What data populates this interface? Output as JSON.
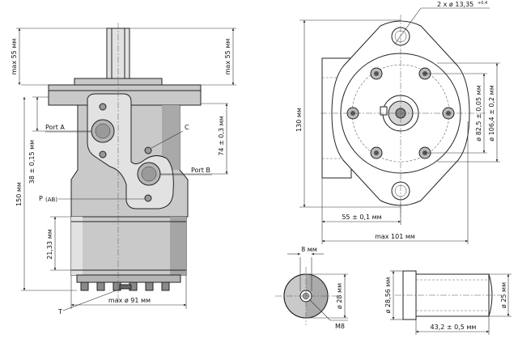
{
  "labels": {
    "port_a": "Port A",
    "port_b": "Port B",
    "port_c": "C",
    "port_t": "T",
    "port_p": "P",
    "port_p_sub": "(AB)",
    "thread": "M8"
  },
  "dimensions": {
    "max55_left": "max 55 мм",
    "max55_right": "max 55 мм",
    "d150": "150 мм",
    "d38": "38 ± 0,15 мм",
    "d74": "74 ± 0,3 мм",
    "d21": "21,33 мм",
    "d91": "max ø 91 мм",
    "d130": "130 мм",
    "d55": "55 ± 0,1 мм",
    "d101": "max 101 мм",
    "d82": "ø 82,5 ± 0,05 мм",
    "d106": "ø 106,4 ± 0,2 мм",
    "holes": "2 x ø 13,35",
    "holes_tol": "+0,4",
    "d8": "8 мм",
    "d28": "ø 28 мм",
    "d2856": "ø 28,56 мм",
    "d25": "ø 25 мм",
    "d43": "43,2 ± 0,5 мм"
  },
  "colors": {
    "body_fill": "#c9c9c9",
    "body_light": "#e2e2e2",
    "body_dark": "#8a8a8a",
    "line": "#222222"
  }
}
